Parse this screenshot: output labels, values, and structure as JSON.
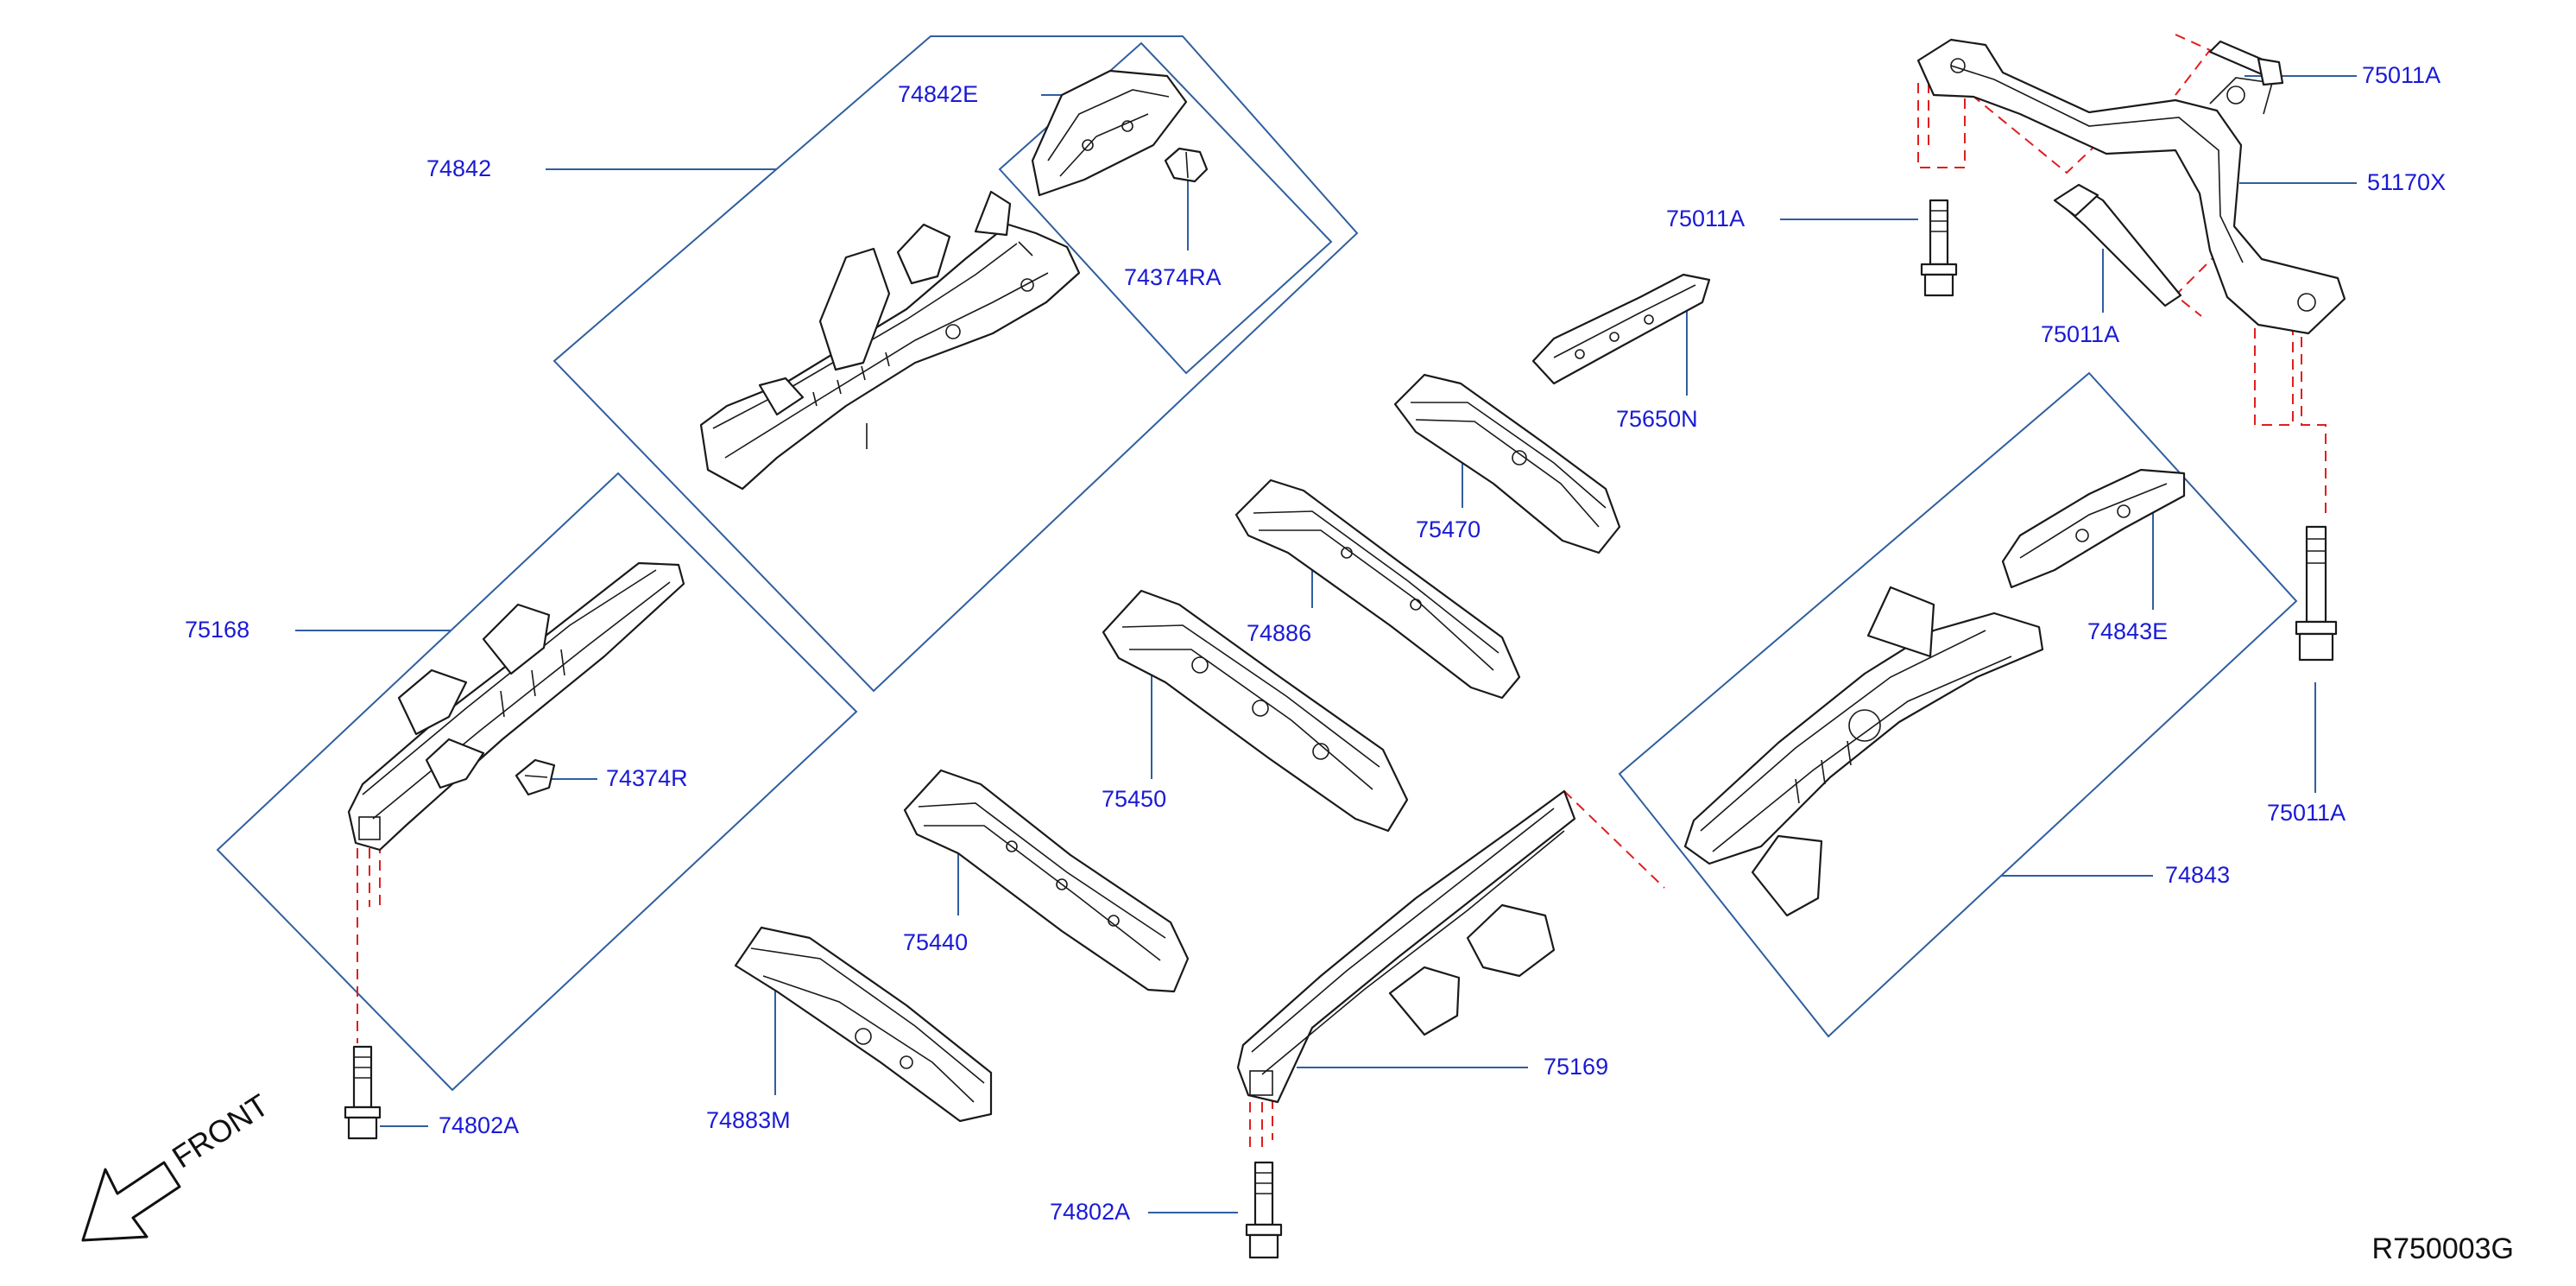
{
  "diagram": {
    "parts": {
      "p74842": "74842",
      "p74842E": "74842E",
      "p74374RA": "74374RA",
      "p75168": "75168",
      "p74374R": "74374R",
      "p74802A_left": "74802A",
      "p74883M": "74883M",
      "p75440": "75440",
      "p75450": "75450",
      "p74886": "74886",
      "p75470": "75470",
      "p75650N": "75650N",
      "p75169": "75169",
      "p74802A_bottom": "74802A",
      "p74843": "74843",
      "p74843E": "74843E",
      "p75011A_top": "75011A",
      "p51170X": "51170X",
      "p75011A_left": "75011A",
      "p75011A_mid": "75011A",
      "p75011A_right": "75011A"
    },
    "front_label": "FRONT",
    "reference_code": "R750003G"
  },
  "colors": {
    "label": "#1a1ad6",
    "leader": "#2f5f9f",
    "hidden_line": "#e01e1e",
    "outline": "#1a1a1a"
  }
}
